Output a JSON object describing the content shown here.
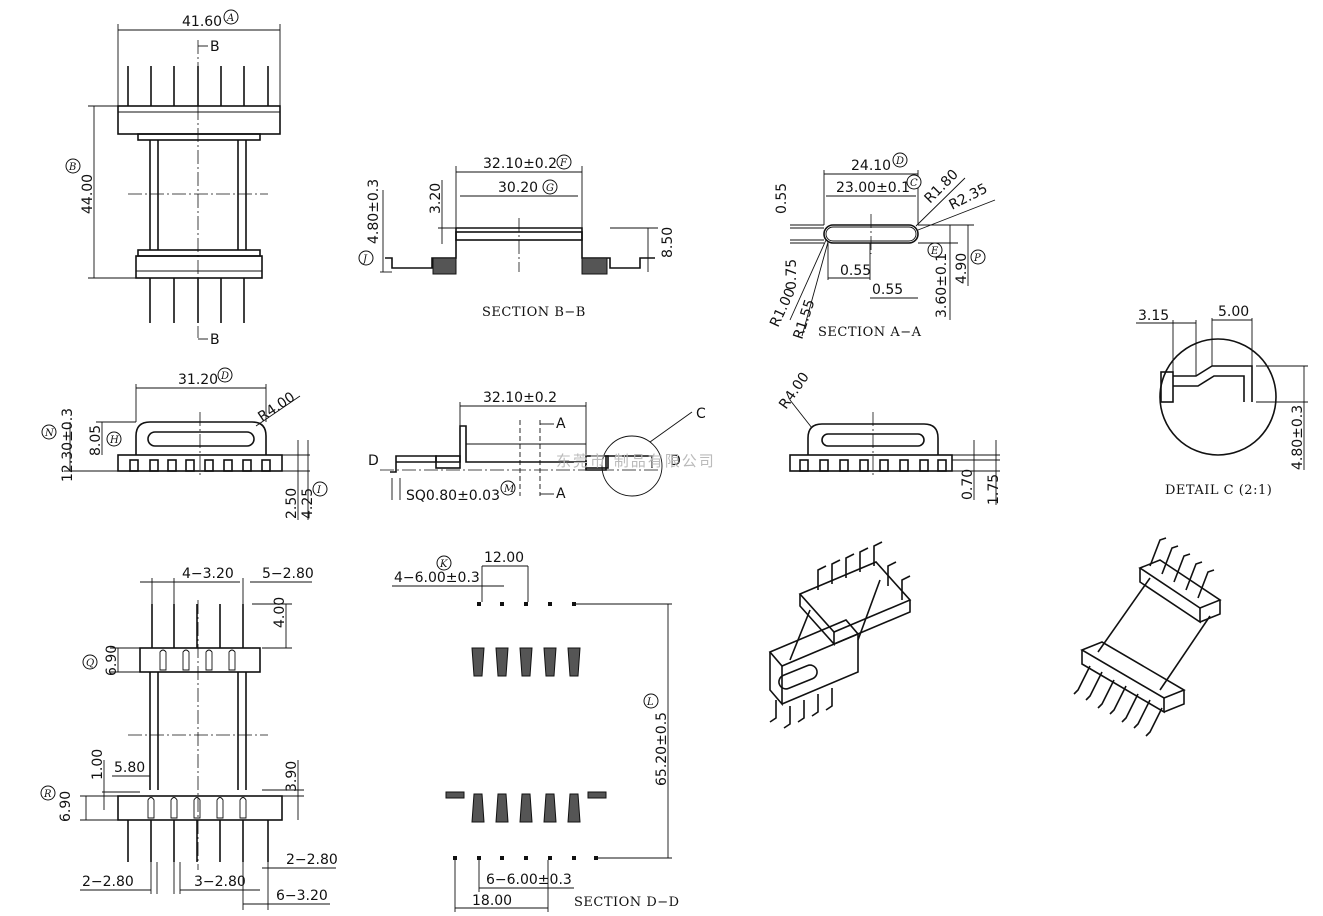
{
  "dimensions": {
    "front_width": "41.60",
    "front_height": "44.00",
    "bb_top_width": "32.10±0.2",
    "bb_inner_width": "30.20",
    "bb_320": "3.20",
    "bb_480": "4.80±0.3",
    "bb_850": "8.50",
    "aa_2410": "24.10",
    "aa_2300": "23.00±0.1",
    "aa_055_top": "0.55",
    "aa_r180": "R1.80",
    "aa_r235": "R2.35",
    "aa_075": "0.75",
    "aa_055_mid": "0.55",
    "aa_055_bot": "0.55",
    "aa_r100": "R1.00",
    "aa_r155": "R1.55",
    "aa_360": "3.60±0.1",
    "aa_490": "4.90",
    "top_3120": "31.20",
    "top_r400": "R4.00",
    "top_805": "8.05",
    "top_1230": "12.30±0.3",
    "top_250": "2.50",
    "top_425": "4.25",
    "side_3210": "32.10±0.2",
    "side_sq": "SQ0.80±0.03",
    "side_c": "C",
    "side_a": "A",
    "side_d": "D",
    "rs_r400": "R4.00",
    "rs_070": "0.70",
    "rs_175": "1.75",
    "dc_315": "3.15",
    "dc_500": "5.00",
    "dc_480": "4.80±0.3",
    "bot_4_320": "4−3.20",
    "bot_5_280": "5−2.80",
    "bot_400": "4.00",
    "bot_690_top": "6.90",
    "bot_100": "1.00",
    "bot_580": "5.80",
    "bot_390": "3.90",
    "bot_690_bot": "6.90",
    "bot_2_280_l": "2−2.80",
    "bot_3_280": "3−2.80",
    "bot_2_280_r": "2−2.80",
    "bot_6_320": "6−3.20",
    "dd_1200": "12.00",
    "dd_4_600": "4−6.00±0.3",
    "dd_6520": "65.20±0.5",
    "dd_6_600": "6−6.00±0.3",
    "dd_1800": "18.00"
  },
  "callouts": {
    "A": "A",
    "B": "B",
    "C": "C",
    "D": "D",
    "E": "E",
    "F": "F",
    "G": "G",
    "H": "H",
    "I": "I",
    "J": "J",
    "K": "K",
    "L": "L",
    "M": "M",
    "N": "N",
    "P": "P",
    "Q": "Q",
    "R": "R"
  },
  "labels": {
    "section_bb": "SECTION B−B",
    "section_aa": "SECTION A−A",
    "section_dd": "SECTION D−D",
    "detail_c": "DETAIL C (2:1)",
    "b_mark": "B",
    "watermark": "东莞市 制品有限公司"
  },
  "colors": {
    "line": "#111111",
    "watermark": "#bbbbbb",
    "background": "#ffffff"
  }
}
